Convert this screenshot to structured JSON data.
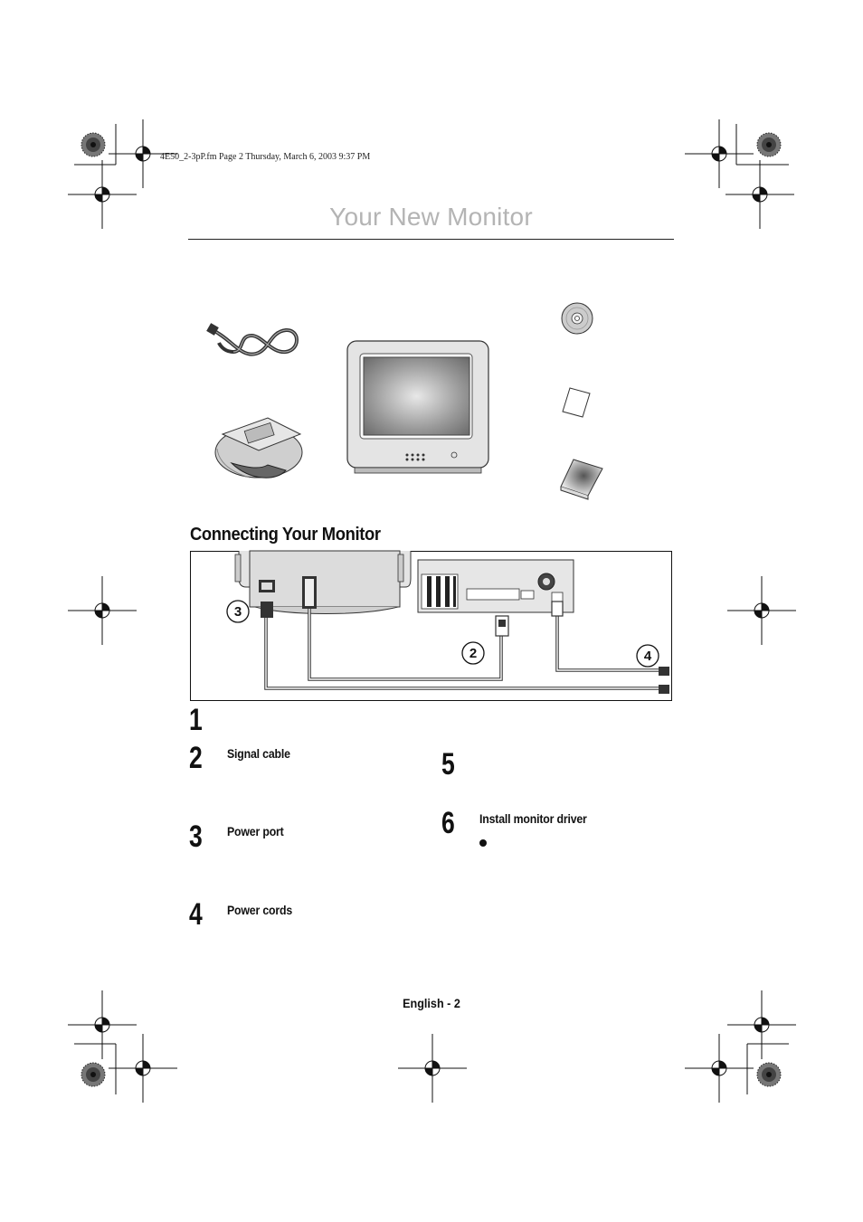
{
  "header": {
    "file_info": "4E50_2-3pP.fm  Page 2  Thursday, March 6, 2003  9:37 PM",
    "title": "Your New Monitor"
  },
  "section": {
    "heading": "Connecting Your Monitor"
  },
  "diagram": {
    "callouts": [
      "3",
      "2",
      "4"
    ]
  },
  "steps": [
    {
      "number": "1",
      "label": ""
    },
    {
      "number": "2",
      "label": "Signal cable"
    },
    {
      "number": "3",
      "label": "Power port"
    },
    {
      "number": "4",
      "label": "Power cords"
    },
    {
      "number": "5",
      "label": ""
    },
    {
      "number": "6",
      "label": "Install monitor driver"
    }
  ],
  "footer": {
    "page_label": "English - 2"
  },
  "colors": {
    "title_gray": "#b4b4b4",
    "ink": "#111111"
  },
  "icons": [
    "registration-mark-icon",
    "color-wheel-icon",
    "power-cord-icon",
    "monitor-stand-icon",
    "crt-monitor-icon",
    "cd-rom-icon",
    "warranty-card-icon",
    "manual-booklet-icon"
  ]
}
